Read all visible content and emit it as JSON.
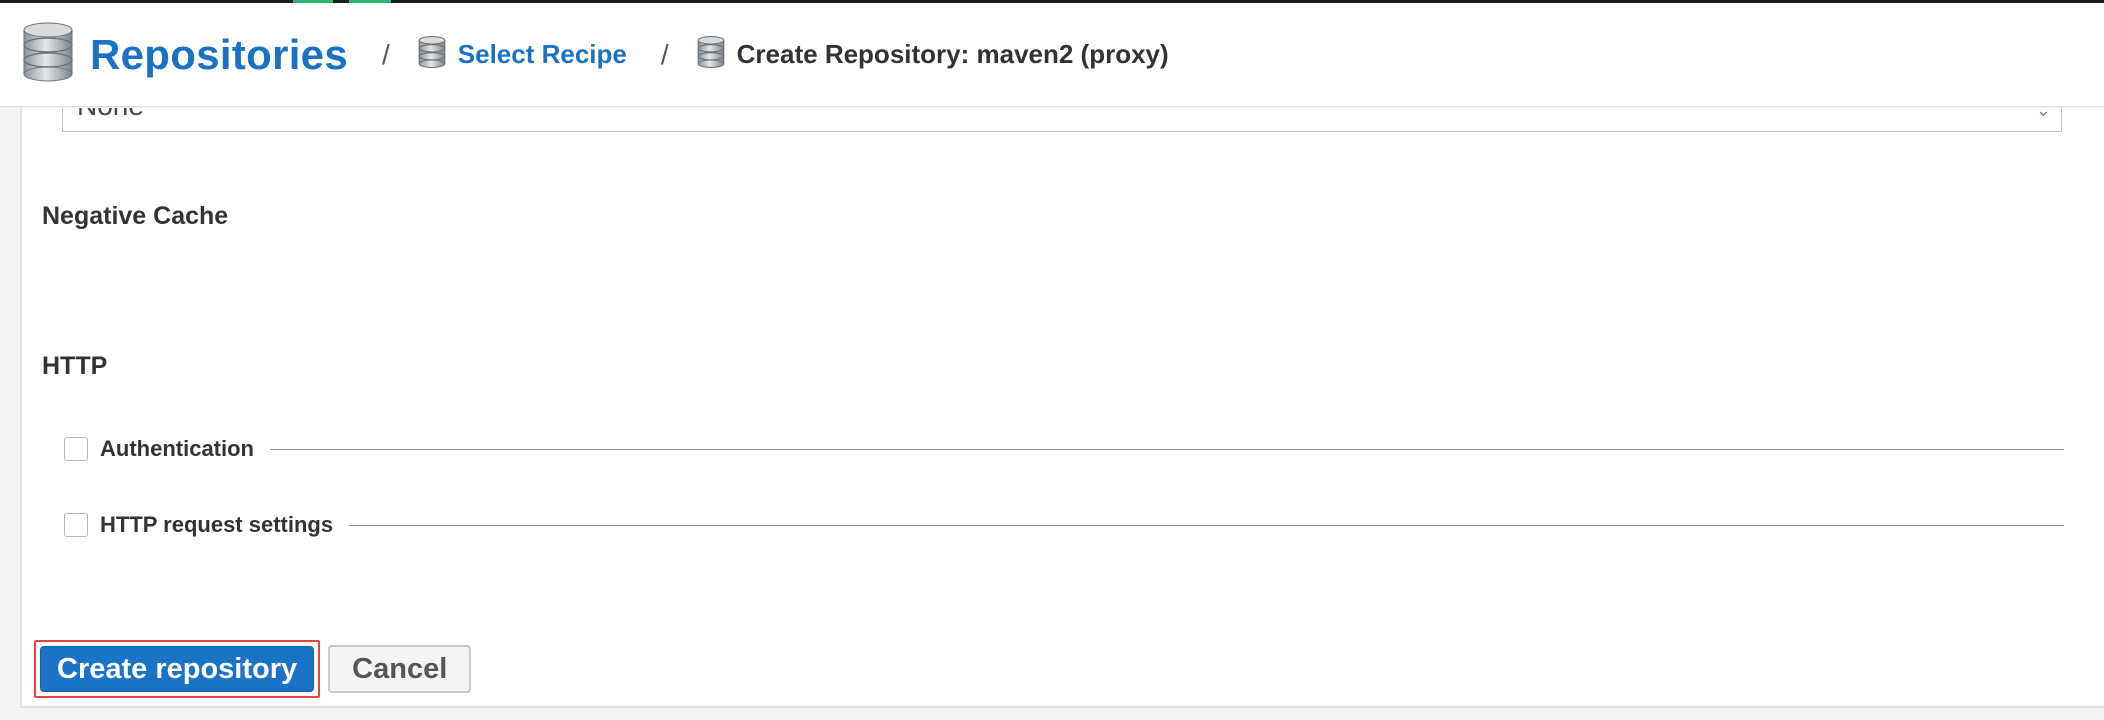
{
  "breadcrumb": {
    "root_title": "Repositories",
    "separator": "/",
    "items": [
      {
        "label": "Select Recipe"
      },
      {
        "label": "Create Repository: maven2 (proxy)"
      }
    ]
  },
  "form": {
    "select_value": "None",
    "negative_cache_title": "Negative Cache",
    "http_title": "HTTP",
    "http_options": [
      {
        "label": "Authentication",
        "checked": false
      },
      {
        "label": "HTTP request settings",
        "checked": false
      }
    ]
  },
  "actions": {
    "create_label": "Create repository",
    "cancel_label": "Cancel"
  },
  "colors": {
    "brand_blue": "#1b72c2",
    "button_blue": "#1a73c6",
    "highlight_red": "#e2463f",
    "accent_green": "#2fb36f"
  },
  "icons": {
    "root": "database-icon",
    "crumb": "database-icon"
  }
}
